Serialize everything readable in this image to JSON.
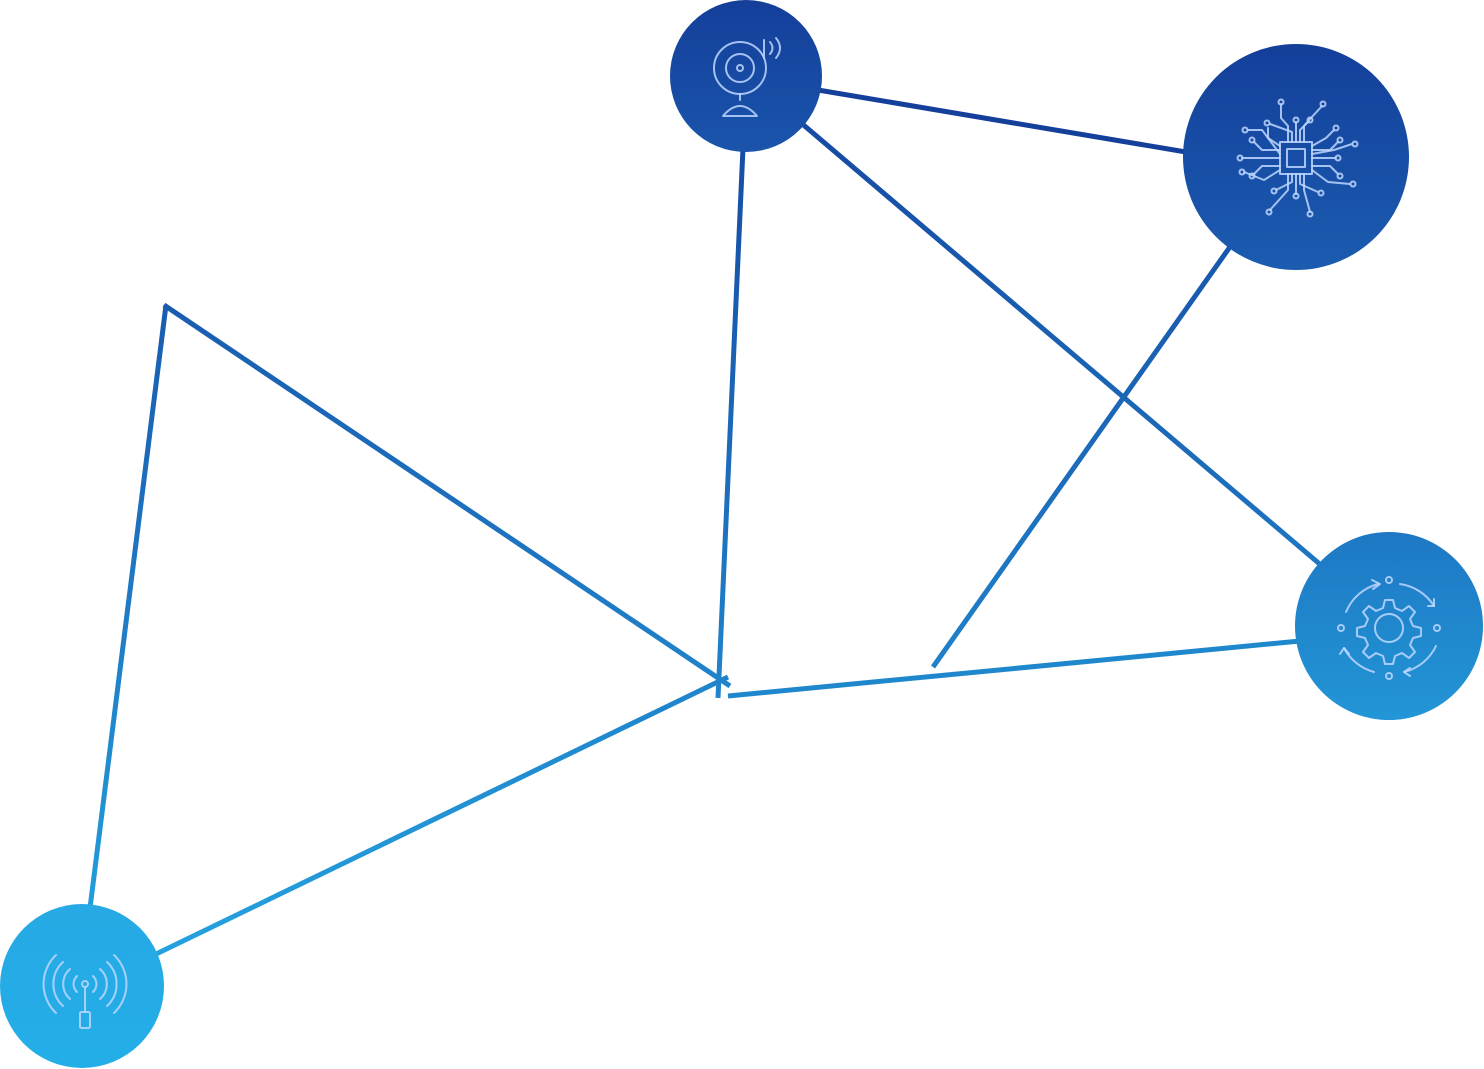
{
  "colors": {
    "background": "#ffffff",
    "dark_blue": "#143f9a",
    "mid_blue": "#1b67b8",
    "light_blue": "#24abe6",
    "icon_line": "#bed7ff"
  },
  "nodes": [
    {
      "id": "camera",
      "icon": "webcam-icon",
      "color_top": "#143f9a",
      "color_bottom": "#1a55ab"
    },
    {
      "id": "chip",
      "icon": "circuit-chip-icon",
      "color_top": "#143f9a",
      "color_bottom": "#1b5cb0"
    },
    {
      "id": "gear",
      "icon": "gear-cycle-icon",
      "color_top": "#1e78c4",
      "color_bottom": "#2296d6"
    },
    {
      "id": "antenna",
      "icon": "broadcast-antenna-icon",
      "color_top": "#26a9e4",
      "color_bottom": "#24aee8"
    }
  ],
  "edges": [
    {
      "from": "camera",
      "to": "chip"
    },
    {
      "from": "camera",
      "to": "gear"
    },
    {
      "from": "camera",
      "to": "hub"
    },
    {
      "from": "chip",
      "to": "branch-end"
    },
    {
      "from": "hub",
      "to": "gear"
    },
    {
      "from": "hub",
      "to": "antenna"
    },
    {
      "from": "corner",
      "to": "hub"
    },
    {
      "from": "corner",
      "to": "antenna"
    }
  ]
}
